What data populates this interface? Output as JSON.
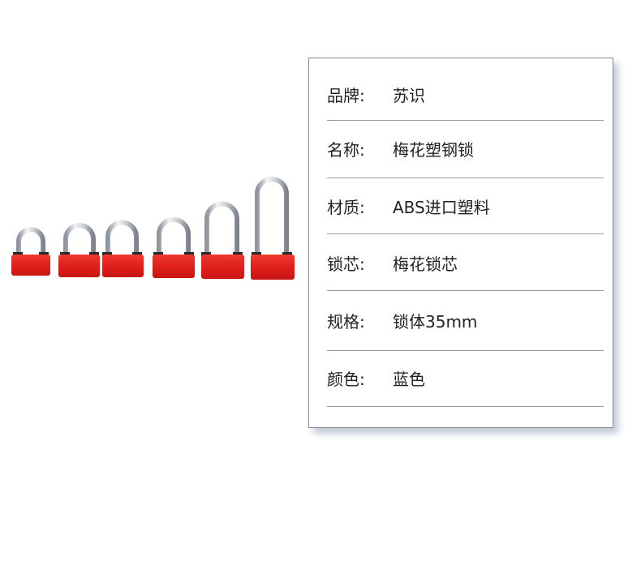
{
  "product_image": {
    "icon": "padlock-icon",
    "body_color": "#e0201c",
    "shackle_color": "#c8cdd2",
    "count": 6
  },
  "specs": [
    {
      "label": "品牌:",
      "value": "苏识"
    },
    {
      "label": "名称:",
      "value": "梅花塑钢锁"
    },
    {
      "label": "材质:",
      "value": "ABS进口塑料"
    },
    {
      "label": "锁芯:",
      "value": "梅花锁芯"
    },
    {
      "label": "规格:",
      "value": "锁体35mm"
    },
    {
      "label": "颜色:",
      "value": "蓝色"
    }
  ]
}
